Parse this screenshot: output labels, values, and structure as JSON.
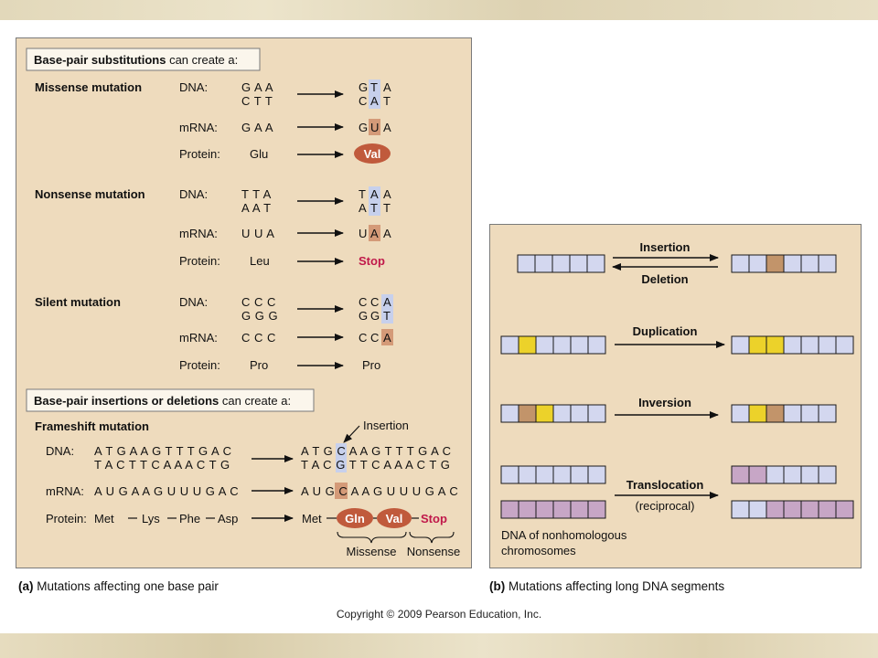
{
  "panel_a": {
    "sub_header": {
      "bold": "Base-pair substitutions",
      "rest": " can create a:"
    },
    "ins_header": {
      "bold": "Base-pair insertions or deletions",
      "rest": " can create a:"
    },
    "labels": {
      "dna": "DNA:",
      "mrna": "mRNA:",
      "protein": "Protein:"
    },
    "missense": {
      "title": "Missense mutation",
      "dna_top_before": "G A A",
      "dna_bottom_before": "C T T",
      "dna_top_after": [
        "G",
        "T",
        "A"
      ],
      "dna_bottom_after": [
        "C",
        "A",
        "T"
      ],
      "mrna_before": "G A A",
      "mrna_after": [
        "G",
        "U",
        "A"
      ],
      "protein_before": "Glu",
      "protein_after": "Val"
    },
    "nonsense": {
      "title": "Nonsense mutation",
      "dna_top_before": "T T A",
      "dna_bottom_before": "A A T",
      "dna_top_after": [
        "T",
        "A",
        "A"
      ],
      "dna_bottom_after": [
        "A",
        "T",
        "T"
      ],
      "mrna_before": "U U A",
      "mrna_after": [
        "U",
        "A",
        "A"
      ],
      "protein_before": "Leu",
      "protein_after": "Stop"
    },
    "silent": {
      "title": "Silent mutation",
      "dna_top_before": "C C C",
      "dna_bottom_before": "G G G",
      "dna_top_after": [
        "C",
        "C",
        "A"
      ],
      "dna_bottom_after": [
        "G",
        "G",
        "T"
      ],
      "mrna_before": "C C C",
      "mrna_after": [
        "C",
        "C",
        "A"
      ],
      "protein_before": "Pro",
      "protein_after": "Pro"
    },
    "frameshift": {
      "title": "Frameshift mutation",
      "insertion_label": "Insertion",
      "dna_top_before": "A T G A A G T T T G A C",
      "dna_bottom_before": "T A C T T C A A A C T G",
      "mrna_before": "A U G A A G U U U G A C",
      "dna_top_after": {
        "pre": "A T G",
        "ins": "C",
        "post": "A A G T T T G A C"
      },
      "dna_bottom_after": {
        "pre": "T A C",
        "ins": "G",
        "post": "T T C A A A C T G"
      },
      "mrna_after": {
        "pre": "A U G",
        "ins": "C",
        "post": "A A G U U U G A C"
      },
      "protein_before": [
        "Met",
        "Lys",
        "Phe",
        "Asp"
      ],
      "protein_after": {
        "met": "Met",
        "gln": "Gln",
        "val": "Val",
        "stop": "Stop"
      },
      "missense_label": "Missense",
      "nonsense_label": "Nonsense"
    }
  },
  "panel_b": {
    "insertion": "Insertion",
    "deletion": "Deletion",
    "duplication": "Duplication",
    "inversion": "Inversion",
    "translocation": "Translocation",
    "reciprocal": "(reciprocal)",
    "nonhomologous_line1": "DNA of nonhomologous",
    "nonhomologous_line2": "chromosomes"
  },
  "captions": {
    "a_label": "(a)",
    "a_text": "Mutations affecting one base pair",
    "b_label": "(b)",
    "b_text": "Mutations affecting long DNA segments"
  },
  "copyright": "Copyright © 2009 Pearson Education, Inc.",
  "colors": {
    "panel": "#eedbbd",
    "highlight_blue": "#c7d0ec",
    "highlight_orange": "#d49a78",
    "protein_oval": "#c05a3c",
    "stop_text": "#c0184a",
    "segment_lavender": "#d3d7ef",
    "segment_brown": "#c2946a",
    "segment_yellow": "#ecd22a",
    "segment_purple": "#c7a6c6"
  }
}
